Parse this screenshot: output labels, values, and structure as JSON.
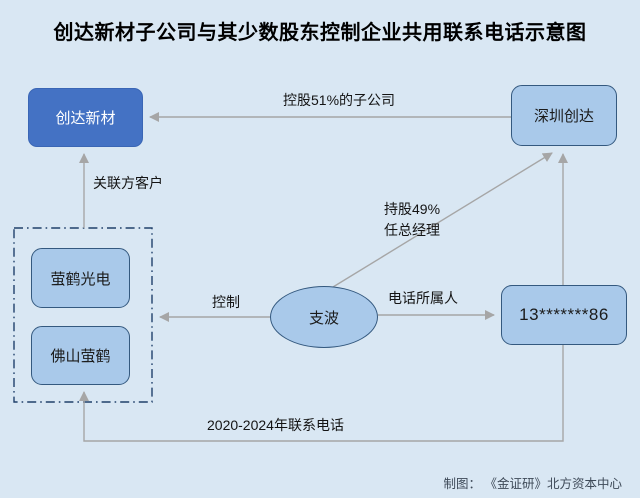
{
  "title": "创达新材子公司与其少数股东控制企业共用联系电话示意图",
  "nodes": {
    "chuangda": "创达新材",
    "shenzhen": "深圳创达",
    "yinghe_optoelectronics": "萤鹤光电",
    "foshan_yinghe": "佛山萤鹤",
    "zhibo": "支波",
    "phone_number": "13*******86"
  },
  "edges": {
    "holding_51": "控股51%的子公司",
    "related_party_customer": "关联方客户",
    "control": "控制",
    "hold_49": "持股49%",
    "general_manager": "任总经理",
    "phone_owner": "电话所属人",
    "contact_phone_period": "2020-2024年联系电话"
  },
  "credit": "制图： 《金证研》北方资本中心",
  "colors": {
    "background": "#d9e7f3",
    "primary_node_fill": "#4472c4",
    "light_node_fill": "#a9c9ea",
    "light_node_border": "#34597f",
    "connector_gray": "#a6a6a6",
    "dashed_group_border": "#20406b"
  }
}
